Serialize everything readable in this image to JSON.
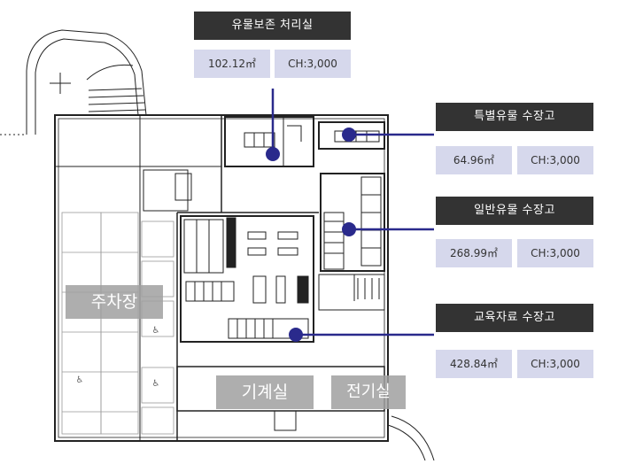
{
  "callouts": [
    {
      "id": "conservation",
      "title": "유물보존 처리실",
      "area": "102.12㎡",
      "height": "CH:3,000"
    },
    {
      "id": "special",
      "title": "특별유물 수장고",
      "area": "64.96㎡",
      "height": "CH:3,000"
    },
    {
      "id": "general",
      "title": "일반유물 수장고",
      "area": "268.99㎡",
      "height": "CH:3,000"
    },
    {
      "id": "education",
      "title": "교육자료 수장고",
      "area": "428.84㎡",
      "height": "CH:3,000"
    }
  ],
  "plan_labels": {
    "parking": "주차장",
    "machine_room": "기계실",
    "electrical_room": "전기실"
  },
  "colors": {
    "callout_title_bg": "#333333",
    "callout_cell_bg": "#d6d8ec",
    "leader_line": "#2a2a8c",
    "marker": "#2a2a8c"
  }
}
